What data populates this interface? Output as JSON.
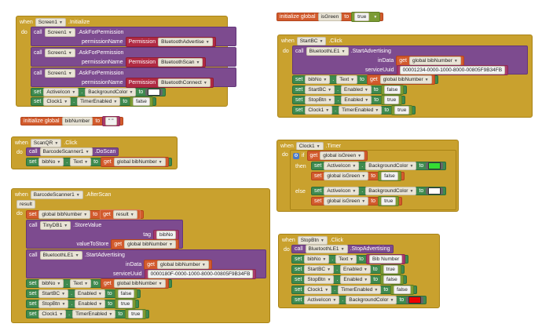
{
  "common": {
    "when": "when",
    "do": "do",
    "call": "call",
    "set": "set",
    "to": "to",
    "if": "if",
    "then": "then",
    "else": "else"
  },
  "s1": {
    "comp": "Screen1",
    "event": ".Initialize",
    "ask1_comp": "Screen1",
    "ask_method": ".AskForPermission",
    "perm_label": "permissionName",
    "perm_kw": "Permission",
    "perm1": "BluetoothAdvertise",
    "ask2_comp": "Screen1",
    "perm2": "BluetoothScan",
    "ask3_comp": "Screen1",
    "perm3": "BluetoothConnect",
    "set1_comp": "ActiveIcon",
    "set1_prop": "BackgroundColor",
    "set1_color": "#ffffff",
    "set2_comp": "Clock1",
    "set2_prop": "TimerEnabled",
    "set2_val": "false"
  },
  "gbib": {
    "label": "initialize global",
    "name": "bibNumber",
    "to": "to",
    "val": "\" \""
  },
  "gis": {
    "label": "initialize global",
    "name": "isGreen",
    "to": "to",
    "val": "true"
  },
  "scan": {
    "comp": "ScanQR",
    "event": ".Click",
    "call_comp": "BarcodeScanner1",
    "call_method": ".DoScan",
    "set_comp": "bibNo",
    "set_prop": "Text",
    "get_label": "get",
    "get_var": "global bibNumber"
  },
  "after": {
    "comp": "BarcodeScanner1",
    "event": ".AfterScan",
    "param": "result",
    "setg": "global bibNumber",
    "get_result": "result",
    "get_label": "get",
    "db_comp": "TinyDB1",
    "db_method": ".StoreValue",
    "tag_label": "tag",
    "tag_val": "bibNo",
    "vts_label": "valueToStore",
    "vts_var": "global bibNumber",
    "ble_comp": "BluetoothLE1",
    "ble_method": ".StartAdvertising",
    "indata_label": "inData",
    "indata_var": "global bibNumber",
    "uuid_label": "serviceUuid",
    "uuid_val": "0000180F-0000-1000-8000-00805F9B34FB",
    "r1_comp": "bibNo",
    "r1_prop": "Text",
    "r1_var": "global bibNumber",
    "r2_comp": "StartBC",
    "r2_prop": "Enabled",
    "r2_val": "false",
    "r3_comp": "StopBtn",
    "r3_prop": "Enabled",
    "r3_val": "true",
    "r4_comp": "Clock1",
    "r4_prop": "TimerEnabled",
    "r4_val": "true"
  },
  "start": {
    "comp": "StartBC",
    "event": ".Click",
    "ble_comp": "BluetoothLE1",
    "ble_method": ".StartAdvertising",
    "indata_label": "inData",
    "get_label": "get",
    "indata_var": "global bibNumber",
    "uuid_label": "serviceUuid",
    "uuid_val": "00001234-0000-1000-8000-00805F9B34FB",
    "r1_comp": "bibNo",
    "r1_prop": "Text",
    "r1_var": "global bibNumber",
    "r2_comp": "StartBC",
    "r2_prop": "Enabled",
    "r2_val": "false",
    "r3_comp": "StopBtn",
    "r3_prop": "Enabled",
    "r3_val": "true",
    "r4_comp": "Clock1",
    "r4_prop": "TimerEnabled",
    "r4_val": "true"
  },
  "clock": {
    "comp": "Clock1",
    "event": ".Timer",
    "get_label": "get",
    "cond_var": "global isGreen",
    "t1_comp": "ActiveIcon",
    "t1_prop": "BackgroundColor",
    "t1_color": "#33dd33",
    "t2_var": "global isGreen",
    "t2_val": "false",
    "e1_comp": "ActiveIcon",
    "e1_prop": "BackgroundColor",
    "e1_color": "#ffffff",
    "e2_var": "global isGreen",
    "e2_val": "true"
  },
  "stop": {
    "comp": "StopBtn",
    "event": ".Click",
    "ble_comp": "BluetoothLE1",
    "ble_method": ".StopAdvertising",
    "r1_comp": "bibNo",
    "r1_prop": "Text",
    "r1_val": "Bib Number",
    "r2_comp": "StartBC",
    "r2_prop": "Enabled",
    "r2_val": "true",
    "r3_comp": "StopBtn",
    "r3_prop": "Enabled",
    "r3_val": "false",
    "r4_comp": "Clock1",
    "r4_prop": "TimerEnabled",
    "r4_val": "false",
    "r5_comp": "ActiveIcon",
    "r5_prop": "BackgroundColor",
    "r5_color": "#ee0000"
  }
}
